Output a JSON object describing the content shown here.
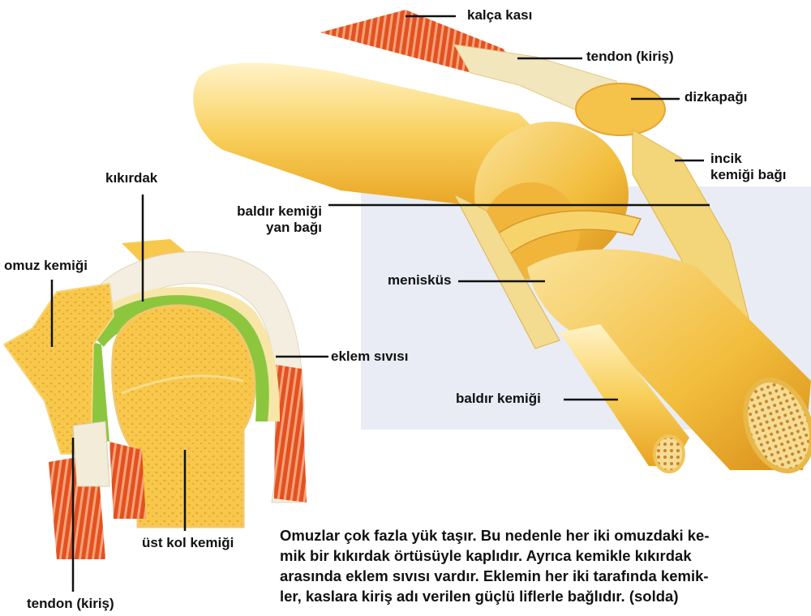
{
  "knee": {
    "labels": {
      "hip_muscle": "kalça kası",
      "tendon_top": "tendon (kiriş)",
      "kneecap": "dizkapağı",
      "tibia_ligament_line1": "incik",
      "tibia_ligament_line2": "kemiği bağı",
      "fibular_collateral_line1": "baldır kemiği",
      "fibular_collateral_line2": "yan bağı",
      "meniscus": "menisküs",
      "fibula": "baldır kemiği"
    }
  },
  "shoulder": {
    "labels": {
      "cartilage": "kıkırdak",
      "shoulder_bone": "omuz kemiği",
      "joint_fluid": "eklem sıvısı",
      "upper_arm_bone": "üst kol kemiği",
      "tendon_bottom": "tendon (kiriş)"
    }
  },
  "caption": {
    "lines": [
      "Omuzlar çok fazla yük taşır. Bu nedenle her iki omuzdaki ke-",
      "mik bir kıkırdak örtüsüyle kaplıdır. Ayrıca kemikle kıkırdak",
      "arasında eklem sıvısı vardır. Eklemin her iki tarafında kemik-",
      "ler, kaslara kiriş adı verilen güçlü liflerle bağlıdır. (solda)"
    ]
  },
  "colors": {
    "bone": "#f6c23c",
    "bone_light": "#fbe08a",
    "cartilage": "#8cc63f",
    "muscle": "#e2531f",
    "tendon": "#f3ead0",
    "background_panel": "#e9ecf4"
  }
}
